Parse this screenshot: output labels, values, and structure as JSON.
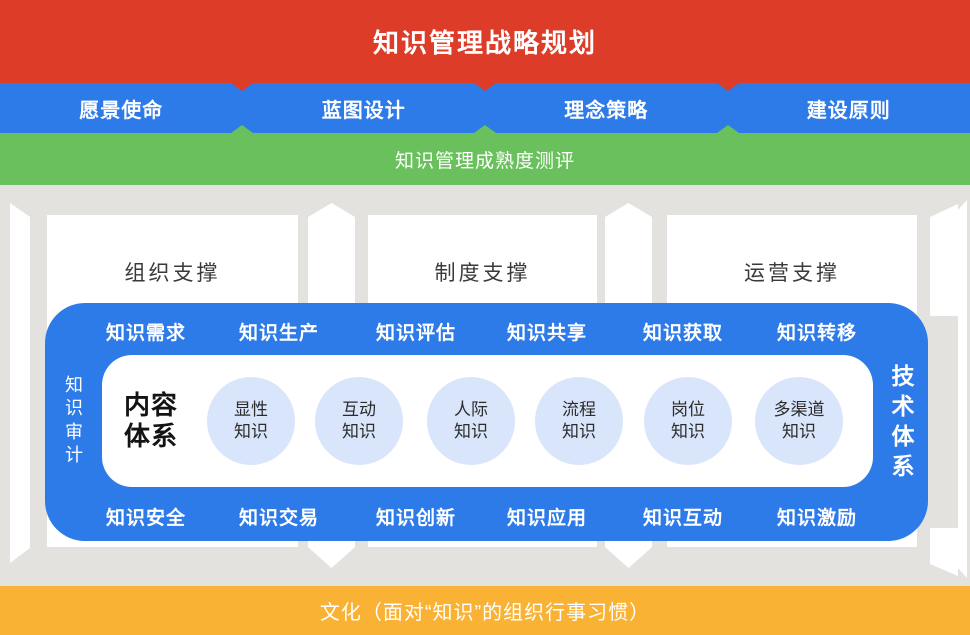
{
  "colors": {
    "banner_red": "#dd3c28",
    "primary_blue": "#2d7ae9",
    "green": "#69c05c",
    "orange": "#f9b233",
    "background_gray": "#e4e2de",
    "circle_blue": "#d9e5fb"
  },
  "banner": {
    "title": "知识管理战略规划"
  },
  "nav": {
    "items": [
      {
        "label": "愿景使命"
      },
      {
        "label": "蓝图设计"
      },
      {
        "label": "理念策略"
      },
      {
        "label": "建设原则"
      }
    ]
  },
  "maturity_bar": {
    "label": "知识管理成熟度测评"
  },
  "support_columns": [
    {
      "label": "组织支撑"
    },
    {
      "label": "制度支撑"
    },
    {
      "label": "运营支撑"
    }
  ],
  "knowledge_box": {
    "left_vertical": "知识审计",
    "right_vertical": "技术体系",
    "top_labels": [
      "知识需求",
      "知识生产",
      "知识评估",
      "知识共享",
      "知识获取",
      "知识转移"
    ],
    "bottom_labels": [
      "知识安全",
      "知识交易",
      "知识创新",
      "知识应用",
      "知识互动",
      "知识激励"
    ],
    "core": {
      "title_line1": "内容",
      "title_line2": "体系",
      "circles": [
        {
          "line1": "显性",
          "line2": "知识"
        },
        {
          "line1": "互动",
          "line2": "知识"
        },
        {
          "line1": "人际",
          "line2": "知识"
        },
        {
          "line1": "流程",
          "line2": "知识"
        },
        {
          "line1": "岗位",
          "line2": "知识"
        },
        {
          "line1": "多渠道",
          "line2": "知识"
        }
      ]
    }
  },
  "culture_bar": {
    "label": "文化（面对“知识”的组织行事习惯）"
  }
}
